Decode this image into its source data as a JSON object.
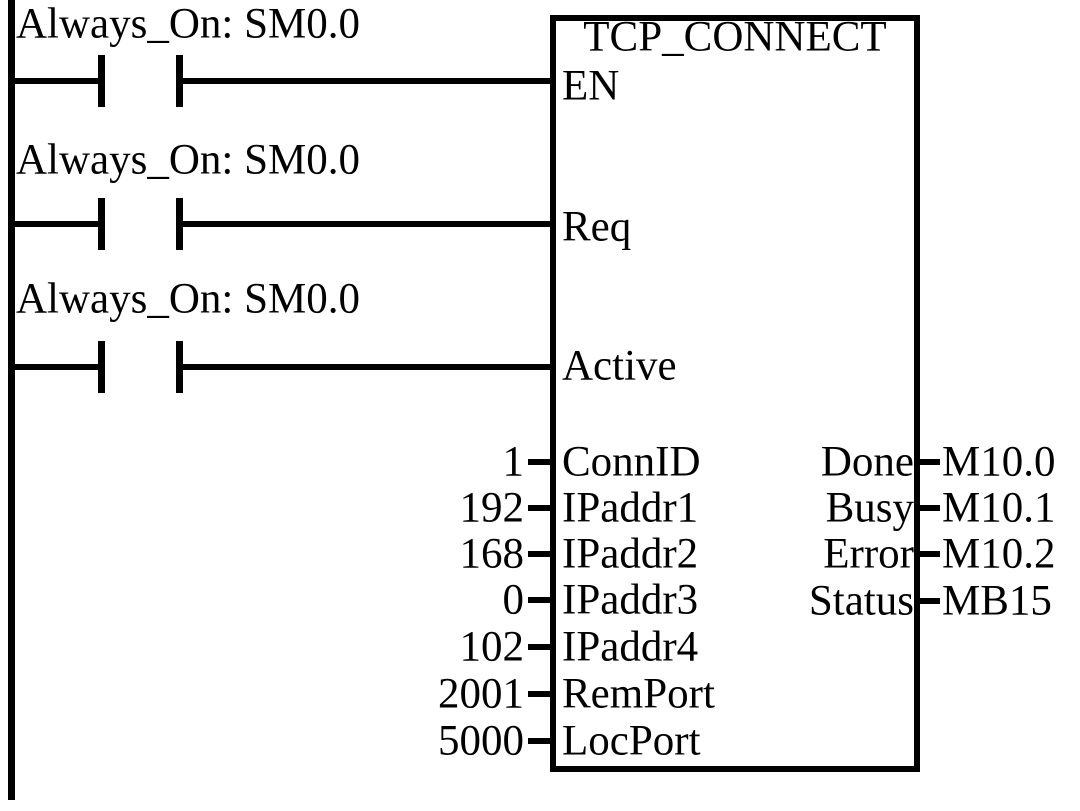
{
  "colors": {
    "ink": "#000000",
    "paper": "#ffffff"
  },
  "network": {
    "rungs": [
      {
        "label": "Always_On: SM0.0",
        "contact": "normally-open",
        "connects_to": "EN"
      },
      {
        "label": "Always_On: SM0.0",
        "contact": "normally-open",
        "connects_to": "Req"
      },
      {
        "label": "Always_On: SM0.0",
        "contact": "normally-open",
        "connects_to": "Active"
      }
    ],
    "block": {
      "title": "TCP_CONNECT",
      "left_pins": [
        "EN",
        "Req",
        "Active",
        "ConnID",
        "IPaddr1",
        "IPaddr2",
        "IPaddr3",
        "IPaddr4",
        "RemPort",
        "LocPort"
      ],
      "right_pins": [
        "Done",
        "Busy",
        "Error",
        "Status"
      ],
      "input_values": [
        "1",
        "192",
        "168",
        "0",
        "102",
        "2001",
        "5000"
      ],
      "output_values": [
        "M10.0",
        "M10.1",
        "M10.2",
        "MB15"
      ]
    }
  }
}
